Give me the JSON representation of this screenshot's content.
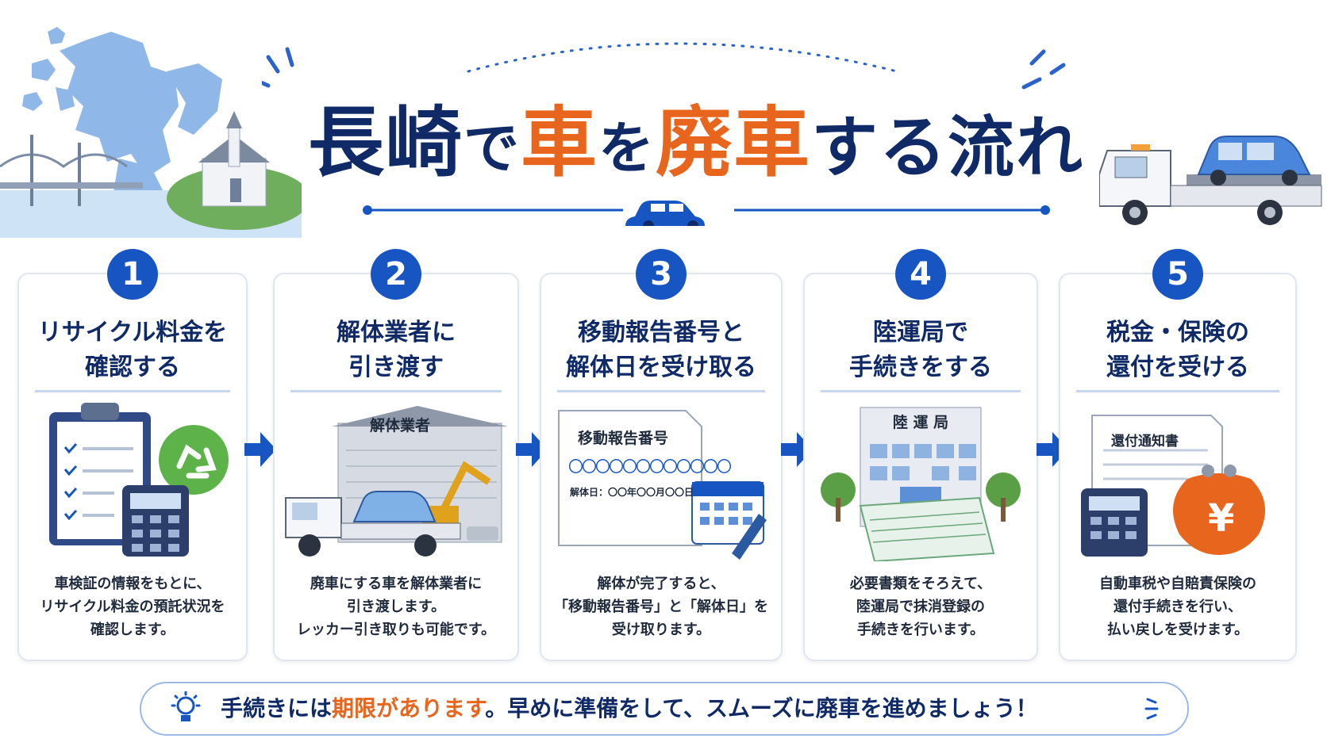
{
  "title": {
    "part1": "長崎",
    "part2": "で",
    "part3": "車",
    "part4": "を",
    "part5": "廃車",
    "part6": "する流れ"
  },
  "steps": [
    {
      "number": "1",
      "title_lines": [
        "リサイクル料金を",
        "確認する"
      ],
      "desc_lines": [
        "車検証の情報をもとに、",
        "リサイクル料金の預託状況を",
        "確認します。"
      ]
    },
    {
      "number": "2",
      "title_lines": [
        "解体業者に",
        "引き渡す"
      ],
      "desc_lines": [
        "廃車にする車を解体業者に",
        "引き渡します。",
        "レッカー引き取りも可能です。"
      ],
      "illustration_sign": "解体業者"
    },
    {
      "number": "3",
      "title_lines": [
        "移動報告番号と",
        "解体日を受け取る"
      ],
      "desc_lines": [
        "解体が完了すると、",
        "「移動報告番号」と「解体日」を",
        "受け取ります。"
      ],
      "doc_title": "移動報告番号",
      "doc_number": "〇〇〇〇〇〇〇〇〇〇〇〇",
      "doc_date": "解体日：〇〇年〇〇月〇〇日"
    },
    {
      "number": "4",
      "title_lines": [
        "陸運局で",
        "手続きをする"
      ],
      "desc_lines": [
        "必要書類をそろえて、",
        "陸運局で抹消登録の",
        "手続きを行います。"
      ],
      "building_sign": "陸 運 局"
    },
    {
      "number": "5",
      "title_lines": [
        "税金・保険の",
        "還付を受ける"
      ],
      "desc_lines": [
        "自動車税や自賠責保険の",
        "還付手続きを行い、",
        "払い戻しを受けます。"
      ],
      "doc_title": "還付通知書",
      "yen_symbol": "¥"
    }
  ],
  "footer": {
    "text_before": "手続きには",
    "highlight": "期限があります",
    "text_after": "。早めに準備をして、スムーズに廃車を進めましょう！"
  },
  "colors": {
    "navy": "#0f2a66",
    "accent_orange": "#e8651e",
    "primary_blue": "#1756c2",
    "light_blue": "#9ab9e6"
  }
}
